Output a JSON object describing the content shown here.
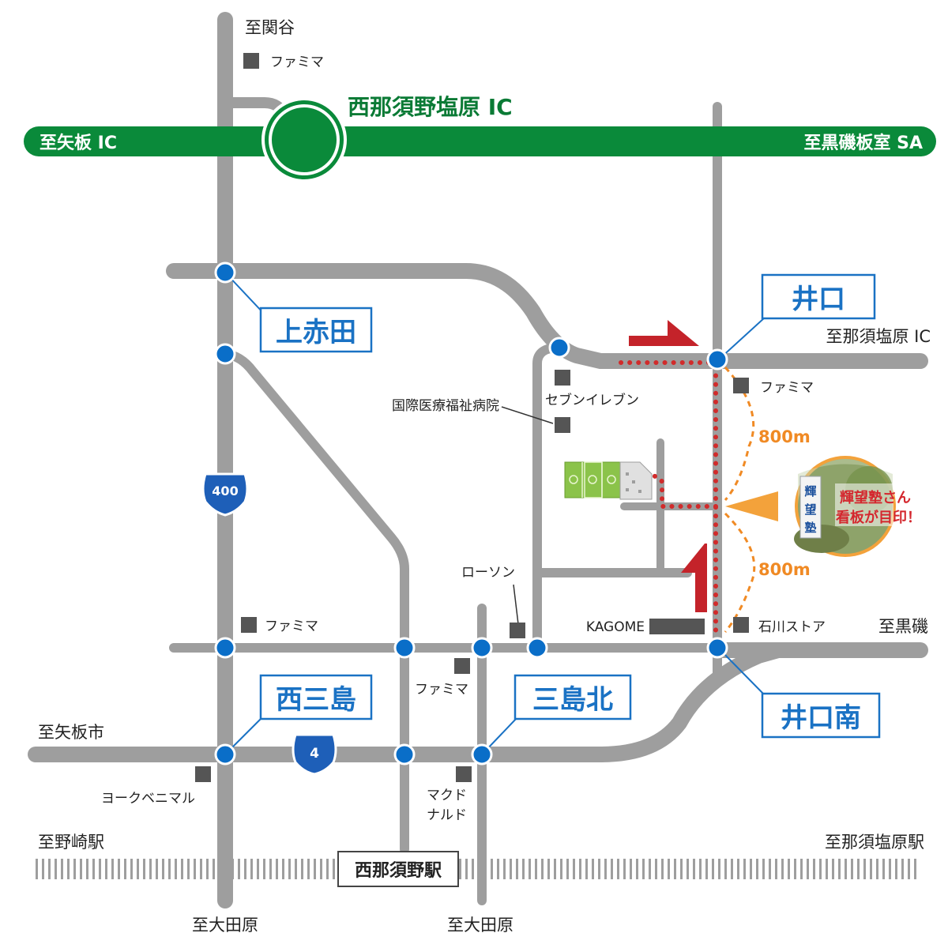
{
  "highway": {
    "ic_name": "西那須野塩原 IC",
    "west": "至矢板 IC",
    "east": "至黒磯板室 SA"
  },
  "directions": {
    "north_top": "至関谷",
    "east_upper": "至那須塩原 IC",
    "east_mid": "至黒磯",
    "west_lower": "至矢板市",
    "rail_west": "至野崎駅",
    "rail_east": "至那須塩原駅",
    "south_left": "至大田原",
    "south_right": "至大田原"
  },
  "intersections": {
    "kamiakada": "上赤田",
    "iguchi": "井口",
    "iguchi_minami": "井口南",
    "nishimishima": "西三島",
    "mishimakita": "三島北"
  },
  "routes": {
    "r400": "400",
    "r4": "4"
  },
  "stores": {
    "famima_top": "ファミマ",
    "famima_iguchi": "ファミマ",
    "seven": "セブンイレブン",
    "hospital": "国際医療福祉病院",
    "lawson": "ローソン",
    "kagome": "KAGOME",
    "ishikawa": "石川ストア",
    "famima_west": "ファミマ",
    "famima_mid": "ファミマ",
    "yorkbeni": "ヨークベニマル",
    "mcd_line1": "マクド",
    "mcd_line2": "ナルド"
  },
  "distances": {
    "upper": "800m",
    "lower": "800m"
  },
  "callout": {
    "line1": "輝望塾さん",
    "line2": "看板が目印！",
    "sign": [
      "輝",
      "望",
      "塾"
    ]
  },
  "station": "西那須野駅",
  "colors": {
    "road": "#9e9e9e",
    "highway": "#0a8a3a",
    "node": "#0a6ec8",
    "label_blue": "#1a72c4",
    "route_red": "#d12b2b",
    "orange": "#f08a24",
    "store": "#555555"
  }
}
